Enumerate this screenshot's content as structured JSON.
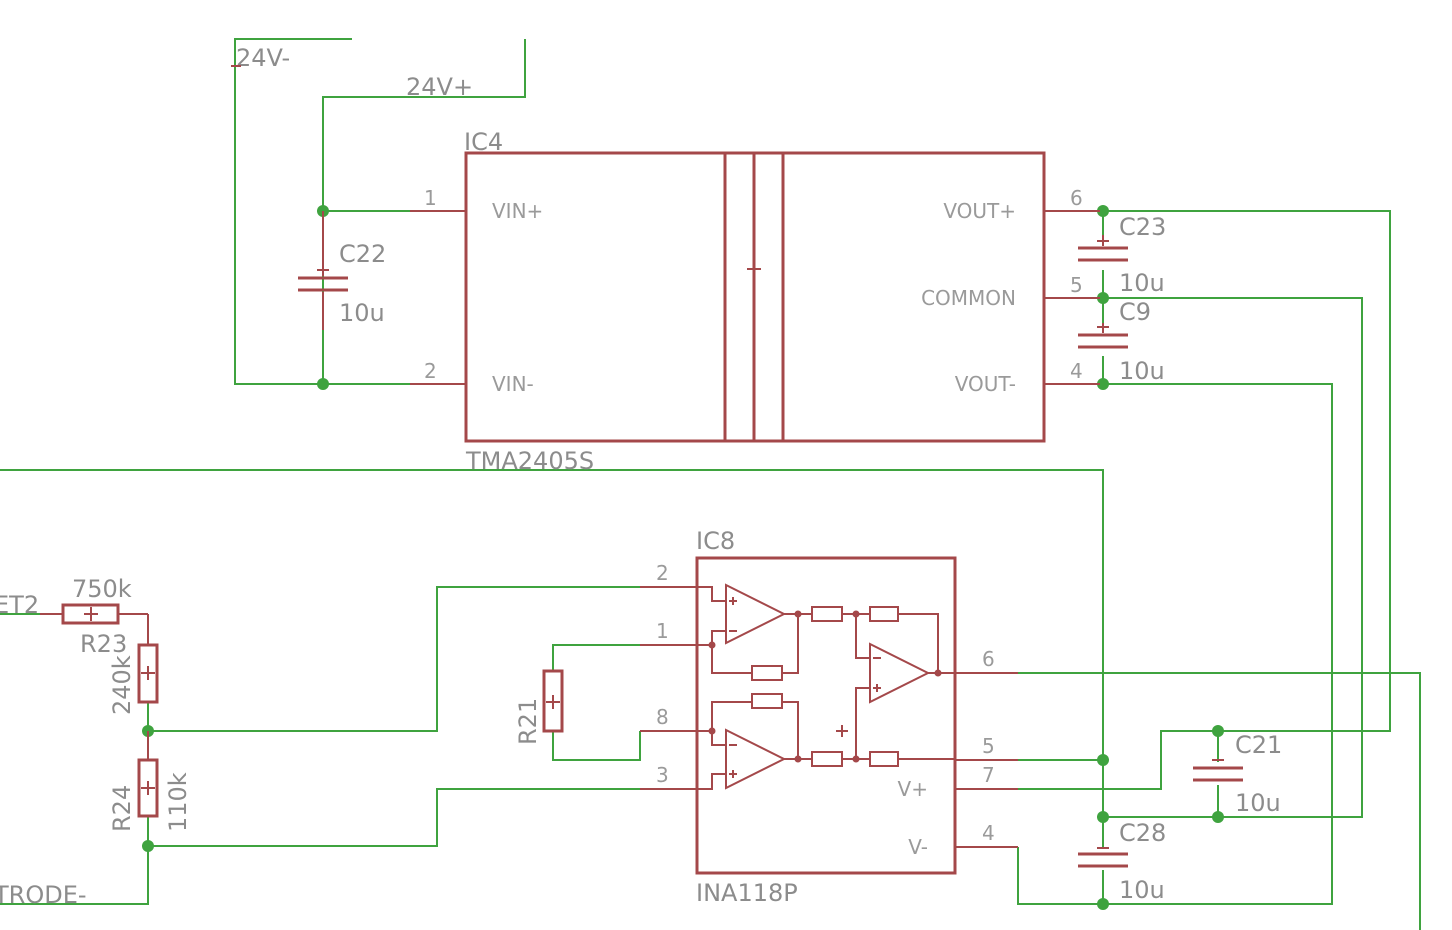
{
  "nets": {
    "v24_neg": "24V-",
    "v24_pos": "24V+",
    "et2": "ET2",
    "trode_neg": "TRODE-"
  },
  "ic4": {
    "name": "IC4",
    "value": "TMA2405S",
    "pins": {
      "vin_pos": "VIN+",
      "vin_neg": "VIN-",
      "vout_pos": "VOUT+",
      "common": "COMMON",
      "vout_neg": "VOUT-"
    },
    "pin_numbers": {
      "p1": "1",
      "p2": "2",
      "p6": "6",
      "p5": "5",
      "p4": "4"
    }
  },
  "ic8": {
    "name": "IC8",
    "value": "INA118P",
    "pins": {
      "vpos": "V+",
      "vneg": "V-"
    },
    "pin_numbers": {
      "p2": "2",
      "p1": "1",
      "p8": "8",
      "p3": "3",
      "p6": "6",
      "p5": "5",
      "p7": "7",
      "p4": "4"
    }
  },
  "capacitors": {
    "c22": {
      "name": "C22",
      "value": "10u"
    },
    "c23": {
      "name": "C23",
      "value": "10u"
    },
    "c9": {
      "name": "C9",
      "value": "10u"
    },
    "c21": {
      "name": "C21",
      "value": "10u"
    },
    "c28": {
      "name": "C28",
      "value": "10u"
    }
  },
  "resistors": {
    "r23": {
      "name": "R23",
      "value": "750k"
    },
    "r_mid": {
      "value": "240k"
    },
    "r24": {
      "name": "R24",
      "value": "110k"
    },
    "r21": {
      "name": "R21"
    }
  },
  "colors": {
    "wire": "#3fa33f",
    "part": "#a4484a",
    "text": "#8c8c8c",
    "background": "#ffffff"
  }
}
